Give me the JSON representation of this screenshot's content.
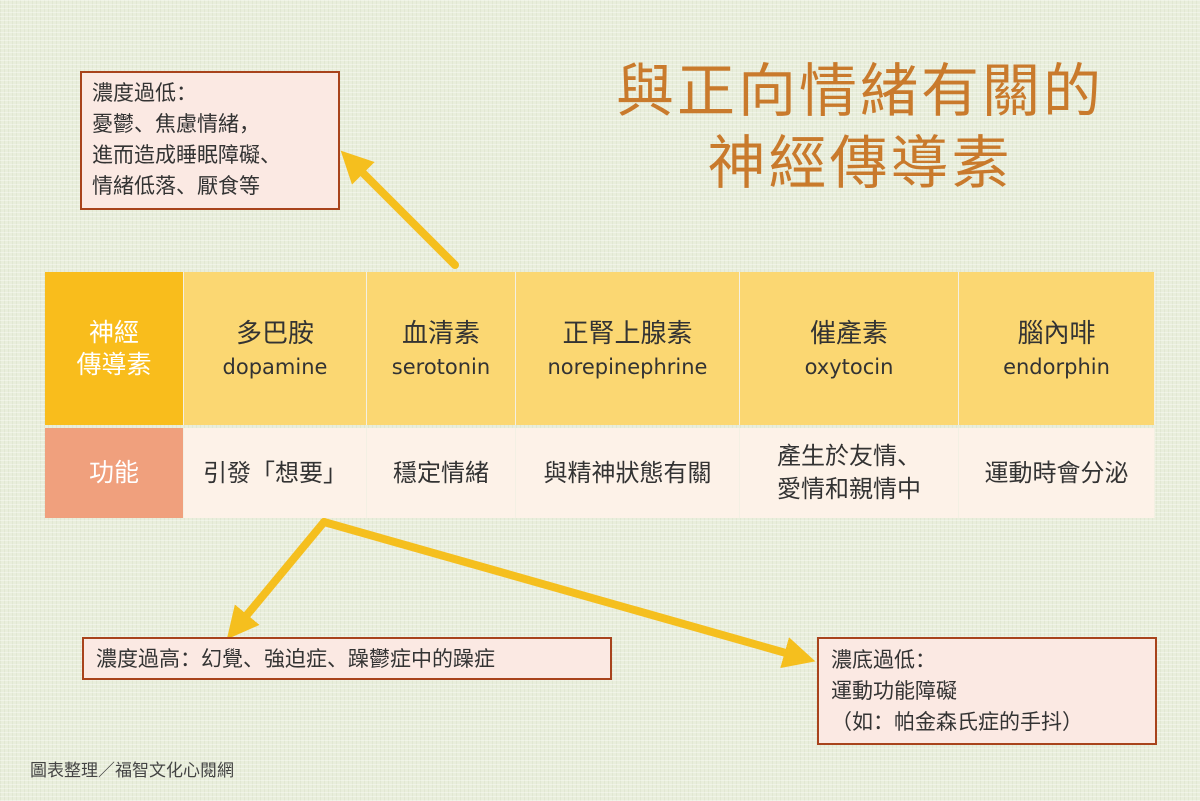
{
  "title": {
    "line1": "與正向情緒有關的",
    "line2": "神經傳導素"
  },
  "table": {
    "header": {
      "line1": "神經",
      "line2": "傳導素"
    },
    "function_label": "功能",
    "neurotransmitters": [
      {
        "zh": "多巴胺",
        "en": "dopamine",
        "function": [
          "引發「想要」"
        ]
      },
      {
        "zh": "血清素",
        "en": "serotonin",
        "function": [
          "穩定情緒"
        ]
      },
      {
        "zh": "正腎上腺素",
        "en": "norepinephrine",
        "function": [
          "與精神狀態有關"
        ]
      },
      {
        "zh": "催產素",
        "en": "oxytocin",
        "function": [
          "產生於友情、",
          "愛情和親情中"
        ]
      },
      {
        "zh": "腦內啡",
        "en": "endorphin",
        "function": [
          "運動時會分泌"
        ]
      }
    ]
  },
  "notes": {
    "low": [
      "濃度過低：",
      "憂鬱、焦慮情緒，",
      "進而造成睡眠障礙、",
      "情緒低落、厭食等"
    ],
    "high": [
      "濃度過高：幻覺、強迫症、躁鬱症中的躁症"
    ],
    "motor": [
      "濃底過低：",
      "運動功能障礙",
      "（如：帕金森氏症的手抖）"
    ]
  },
  "colors": {
    "title": "#c97a2c",
    "arrow": "#f5bf1e",
    "note_border": "#a8431c",
    "note_fill": "#fbe9e3",
    "header_accent": "#f9bd1c",
    "function_accent": "#f0a07d"
  },
  "source": "圖表整理／福智文化心閱網"
}
